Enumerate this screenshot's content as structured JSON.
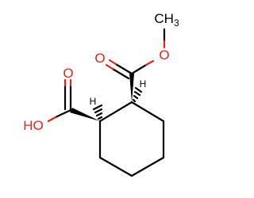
{
  "molecule": {
    "atom_labels": {
      "methyl": "CH",
      "methyl_subscript": "3",
      "ester_ether_o": "O",
      "ester_carbonyl_o": "O",
      "acid_carbonyl_o": "O",
      "acid_hydroxyl": "HO",
      "h_on_c1": "H",
      "h_on_c2": "H"
    },
    "colors": {
      "bond": "#000000",
      "oxygen": "#e2231a"
    }
  }
}
